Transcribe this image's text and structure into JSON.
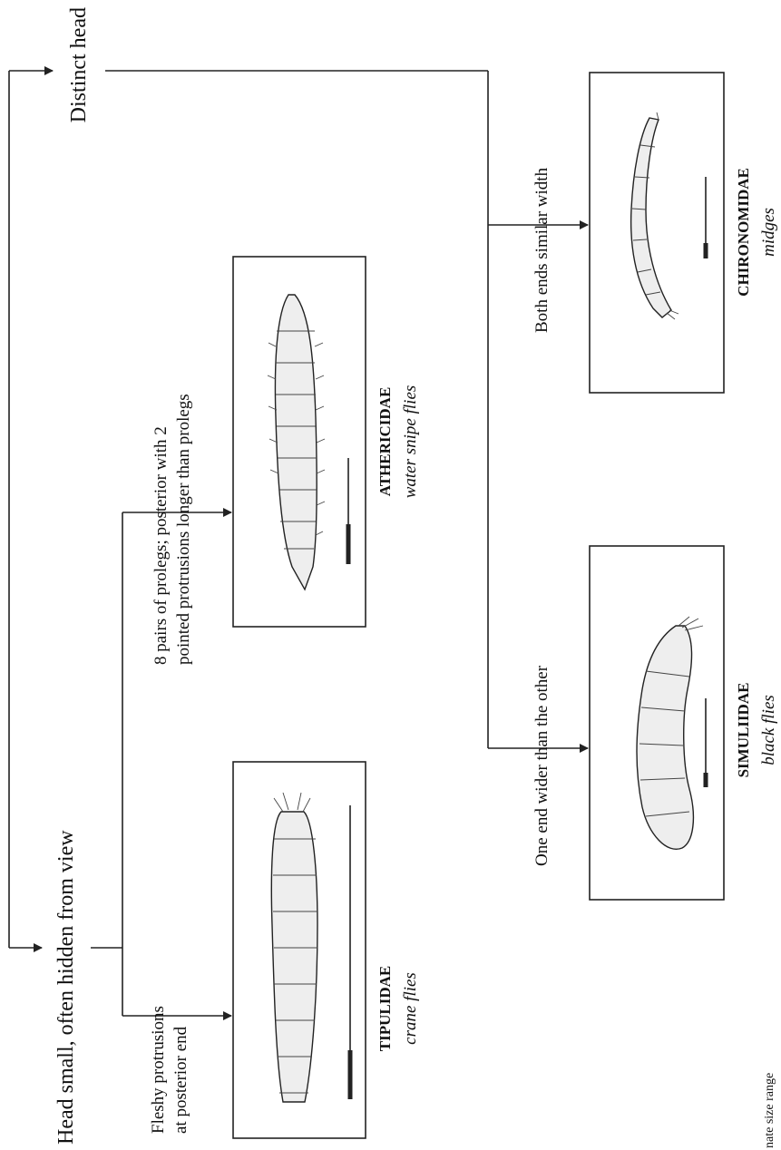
{
  "key": {
    "root_branches": {
      "distinct_head": "Distinct head",
      "head_small": "Head small, often hidden from view"
    },
    "couplets": {
      "fleshy_line1": "Fleshy protrusions",
      "fleshy_line2": "at posterior end",
      "prolegs_line1": "8 pairs of prolegs; posterior with 2",
      "prolegs_line2": "pointed protrusions longer than prolegs",
      "one_end_wider": "One end wider than the other",
      "both_ends": "Both ends similar width"
    },
    "families": [
      {
        "id": "tipulidae",
        "name": "TIPULIDAE",
        "common": "crane flies"
      },
      {
        "id": "athericidae",
        "name": "ATHERICIDAE",
        "common": "water snipe flies"
      },
      {
        "id": "simuliidae",
        "name": "SIMULIIDAE",
        "common": "black flies"
      },
      {
        "id": "chironomidae",
        "name": "CHIRONOMIDAE",
        "common": "midges"
      }
    ],
    "footnote": "nate size range"
  }
}
